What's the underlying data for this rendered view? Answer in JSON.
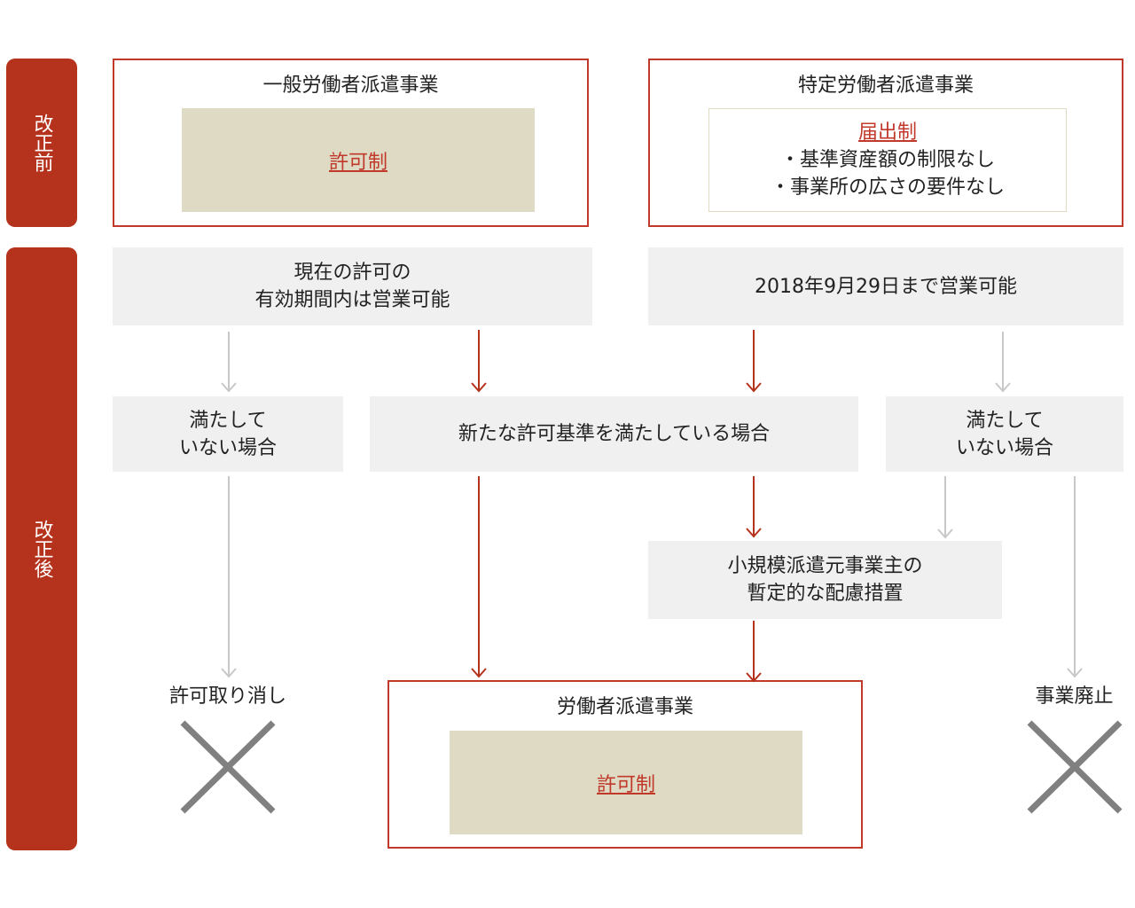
{
  "sidebar": {
    "before": "改正前",
    "after": "改正後"
  },
  "before": {
    "general": {
      "title": "一般労働者派遣事業",
      "system": "許可制"
    },
    "specific": {
      "title": "特定労働者派遣事業",
      "system": "届出制",
      "notes": [
        "・基準資産額の制限なし",
        "・事業所の広さの要件なし"
      ]
    }
  },
  "after": {
    "general_status": "現在の許可の\n有効期間内は営業可能",
    "specific_status": "2018年9月29日まで営業可能",
    "not_met_left": "満たして\nいない場合",
    "meets_new_criteria": "新たな許可基準を満たしている場合",
    "not_met_right": "満たして\nいない場合",
    "small_business_measure": "小規模派遣元事業主の\n暫定的な配慮措置",
    "revocation": "許可取り消し",
    "result": {
      "title": "労働者派遣事業",
      "system": "許可制"
    },
    "abolition": "事業廃止"
  },
  "colors": {
    "accent": "#b5321d",
    "box_border": "#c0392b",
    "tan_fill": "#dedac4",
    "gray_fill": "#f0f0f0",
    "gray_arrow": "#c8c8c8",
    "cross": "#808080"
  }
}
